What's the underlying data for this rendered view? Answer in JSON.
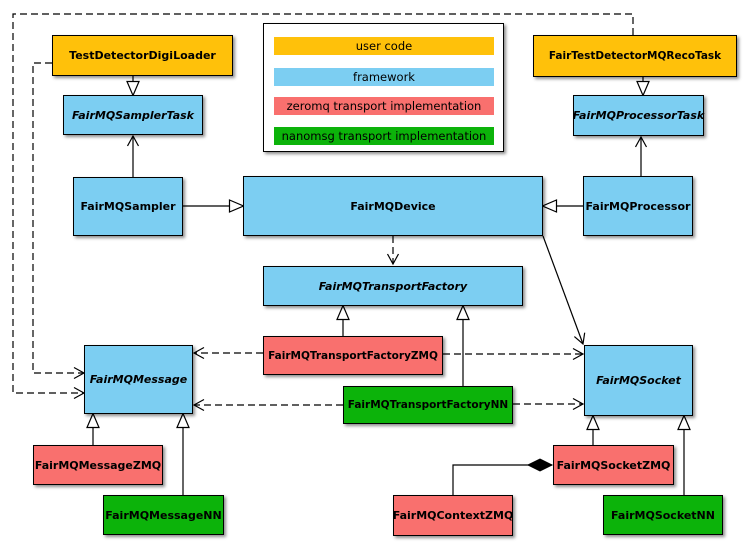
{
  "legend": {
    "items": [
      {
        "label": "user code",
        "color": "#FFC10A"
      },
      {
        "label": "framework",
        "color": "#7CCEF2"
      },
      {
        "label": "zeromq transport implementation",
        "color": "#F9706E"
      },
      {
        "label": "nanomsg transport implementation",
        "color": "#0CB30A"
      }
    ]
  },
  "nodes": {
    "test_detector_digi_loader": {
      "label": "TestDetectorDigiLoader",
      "category": "user code"
    },
    "fair_test_detector_mq_reco_task": {
      "label": "FairTestDetectorMQRecoTask",
      "category": "user code"
    },
    "fairmq_sampler_task": {
      "label": "FairMQSamplerTask",
      "category": "framework"
    },
    "fairmq_processor_task": {
      "label": "FairMQProcessorTask",
      "category": "framework"
    },
    "fairmq_sampler": {
      "label": "FairMQSampler",
      "category": "framework"
    },
    "fairmq_device": {
      "label": "FairMQDevice",
      "category": "framework"
    },
    "fairmq_processor": {
      "label": "FairMQProcessor",
      "category": "framework"
    },
    "fairmq_transport_factory": {
      "label": "FairMQTransportFactory",
      "category": "framework"
    },
    "fairmq_transport_factory_zmq": {
      "label": "FairMQTransportFactoryZMQ",
      "category": "zeromq transport implementation"
    },
    "fairmq_transport_factory_nn": {
      "label": "FairMQTransportFactoryNN",
      "category": "nanomsg transport implementation"
    },
    "fairmq_message": {
      "label": "FairMQMessage",
      "category": "framework"
    },
    "fairmq_socket": {
      "label": "FairMQSocket",
      "category": "framework"
    },
    "fairmq_message_zmq": {
      "label": "FairMQMessageZMQ",
      "category": "zeromq transport implementation"
    },
    "fairmq_message_nn": {
      "label": "FairMQMessageNN",
      "category": "nanomsg transport implementation"
    },
    "fairmq_context_zmq": {
      "label": "FairMQContextZMQ",
      "category": "zeromq transport implementation"
    },
    "fairmq_socket_zmq": {
      "label": "FairMQSocketZMQ",
      "category": "zeromq transport implementation"
    },
    "fairmq_socket_nn": {
      "label": "FairMQSocketNN",
      "category": "nanomsg transport implementation"
    }
  },
  "relationships": [
    {
      "from": "TestDetectorDigiLoader",
      "to": "FairMQSamplerTask",
      "type": "inheritance"
    },
    {
      "from": "FairTestDetectorMQRecoTask",
      "to": "FairMQProcessorTask",
      "type": "inheritance"
    },
    {
      "from": "FairMQSampler",
      "to": "FairMQSamplerTask",
      "type": "association-arrow"
    },
    {
      "from": "FairMQProcessor",
      "to": "FairMQProcessorTask",
      "type": "association-arrow"
    },
    {
      "from": "FairMQSampler",
      "to": "FairMQDevice",
      "type": "inheritance"
    },
    {
      "from": "FairMQProcessor",
      "to": "FairMQDevice",
      "type": "inheritance"
    },
    {
      "from": "FairMQDevice",
      "to": "FairMQTransportFactory",
      "type": "dashed-dependency"
    },
    {
      "from": "FairMQDevice",
      "to": "FairMQSocket",
      "type": "association-arrow"
    },
    {
      "from": "FairMQTransportFactoryZMQ",
      "to": "FairMQTransportFactory",
      "type": "inheritance"
    },
    {
      "from": "FairMQTransportFactoryNN",
      "to": "FairMQTransportFactory",
      "type": "inheritance"
    },
    {
      "from": "FairMQTransportFactoryZMQ",
      "to": "FairMQMessage",
      "type": "dashed-dependency"
    },
    {
      "from": "FairMQTransportFactoryZMQ",
      "to": "FairMQSocket",
      "type": "dashed-dependency"
    },
    {
      "from": "FairMQTransportFactoryNN",
      "to": "FairMQMessage",
      "type": "dashed-dependency"
    },
    {
      "from": "FairMQTransportFactoryNN",
      "to": "FairMQSocket",
      "type": "dashed-dependency"
    },
    {
      "from": "TestDetectorDigiLoader",
      "to": "FairMQMessage",
      "type": "dashed-dependency"
    },
    {
      "from": "FairTestDetectorMQRecoTask",
      "to": "FairMQMessage",
      "type": "dashed-dependency"
    },
    {
      "from": "FairMQMessageZMQ",
      "to": "FairMQMessage",
      "type": "inheritance"
    },
    {
      "from": "FairMQMessageNN",
      "to": "FairMQMessage",
      "type": "inheritance"
    },
    {
      "from": "FairMQSocketZMQ",
      "to": "FairMQSocket",
      "type": "inheritance"
    },
    {
      "from": "FairMQSocketNN",
      "to": "FairMQSocket",
      "type": "inheritance"
    },
    {
      "from": "FairMQContextZMQ",
      "to": "FairMQSocketZMQ",
      "type": "composition"
    }
  ]
}
